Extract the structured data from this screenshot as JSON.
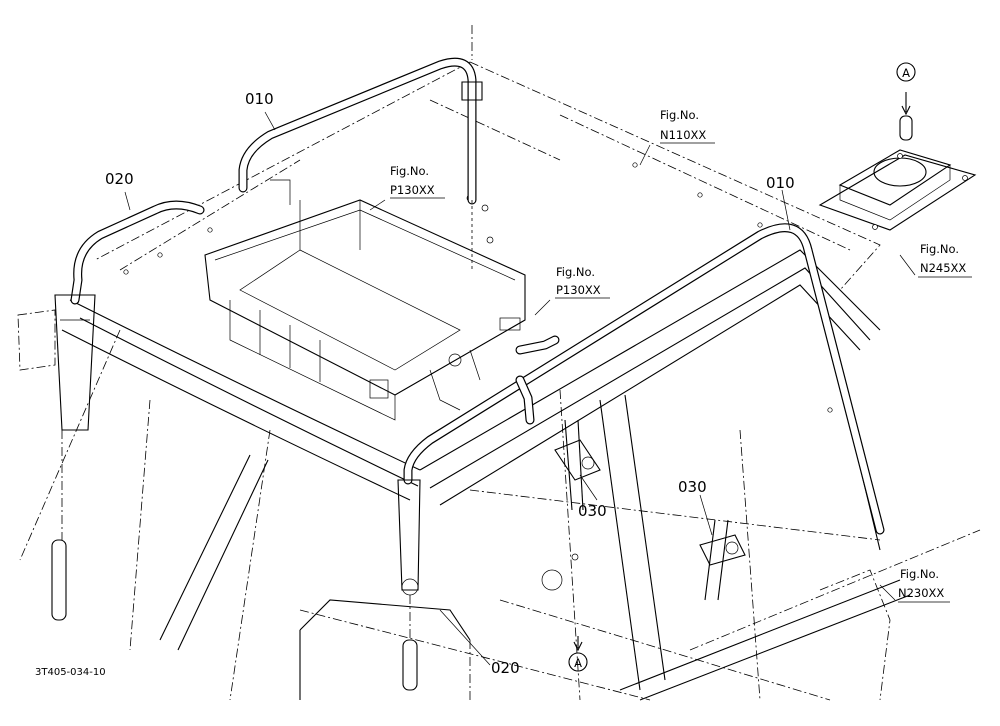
{
  "diagram": {
    "part_labels": {
      "p010_left": "010",
      "p010_right": "010",
      "p020_left": "020",
      "p020_bottom": "020",
      "p030_center": "030",
      "p030_right": "030"
    },
    "figure_refs": {
      "n110": {
        "title": "Fig.No.",
        "code": "N110XX"
      },
      "p130_upper": {
        "title": "Fig.No.",
        "code": "P130XX"
      },
      "p130_lower": {
        "title": "Fig.No.",
        "code": "P130XX"
      },
      "n245": {
        "title": "Fig.No.",
        "code": "N245XX"
      },
      "n230": {
        "title": "Fig.No.",
        "code": "N230XX"
      }
    },
    "callouts": {
      "a_top": "A",
      "a_bottom": "A"
    },
    "drawing_code": "3T405-034-10"
  }
}
